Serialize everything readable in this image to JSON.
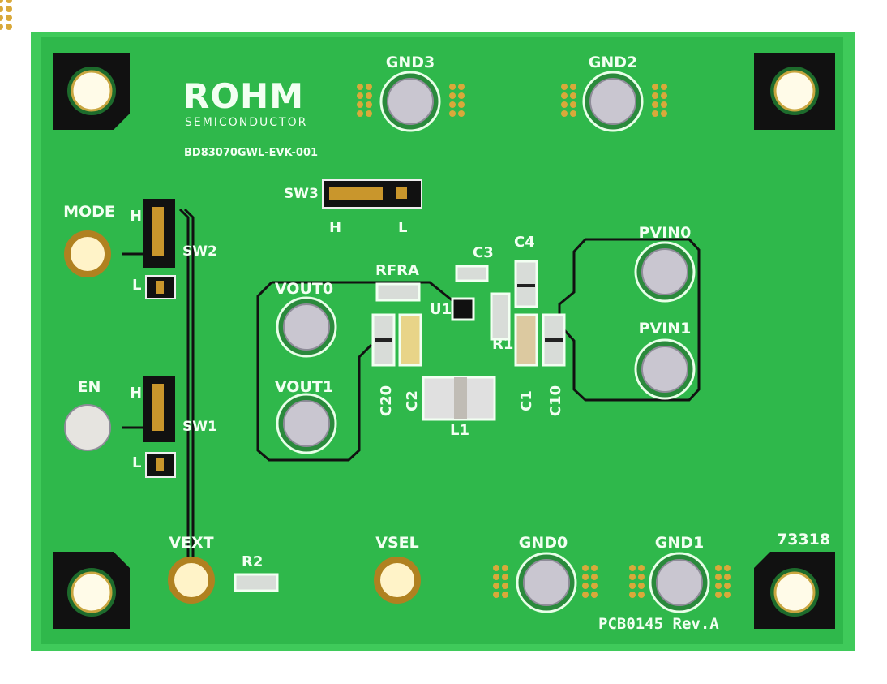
{
  "board": {
    "brand": "ROHM",
    "brand_sub": "SEMICONDUCTOR",
    "part_number": "BD83070GWL-EVK-001",
    "pcb_id": "PCB0145 Rev.A",
    "lot_number": "73318",
    "colors": {
      "solder_mask": "#2fb84b",
      "edge": "#3fca5a",
      "silk": "#f2fff2"
    }
  },
  "terminals": [
    "GND3",
    "GND2",
    "PVIN0",
    "PVIN1",
    "VOUT0",
    "VOUT1",
    "MODE",
    "EN",
    "VEXT",
    "VSEL",
    "GND0",
    "GND1"
  ],
  "jumpers": {
    "sw2": {
      "name": "SW2",
      "high": "H",
      "low": "L"
    },
    "sw1": {
      "name": "SW1",
      "high": "H",
      "low": "L"
    },
    "sw3": {
      "name": "SW3",
      "high": "H",
      "low": "L"
    }
  },
  "components": [
    "RFRA",
    "C3",
    "C4",
    "U1",
    "R1",
    "C20",
    "C2",
    "L1",
    "C1",
    "C10",
    "R2"
  ]
}
